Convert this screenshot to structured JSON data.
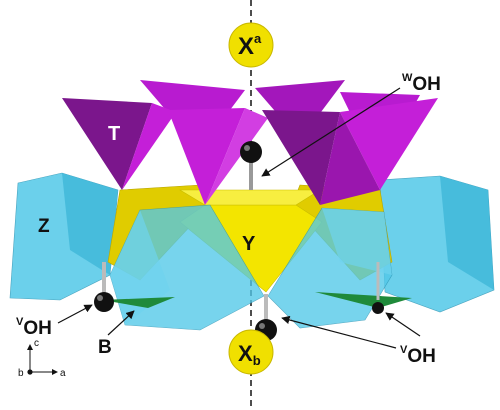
{
  "labels": {
    "xa_main": "X",
    "xa_sup": "a",
    "xb_main": "X",
    "xb_sup": "b",
    "woh_sup": "W",
    "woh_main": "OH",
    "t": "T",
    "y": "Y",
    "z": "Z",
    "b": "B",
    "voh_left_sup": "V",
    "voh_left_main": "OH",
    "voh_right_sup": "V",
    "voh_right_main": "OH"
  },
  "axes": {
    "c": "c",
    "b": "b",
    "a": "a"
  },
  "colors": {
    "tetrahedra": "#c41fd8",
    "tetrahedra_dark": "#7b168c",
    "y_octahedra": "#f3e500",
    "z_octahedra": "#52c8e8",
    "b_triangle": "#1f8a3a",
    "x_site": "#f0e000",
    "oh_atom": "#111111"
  }
}
